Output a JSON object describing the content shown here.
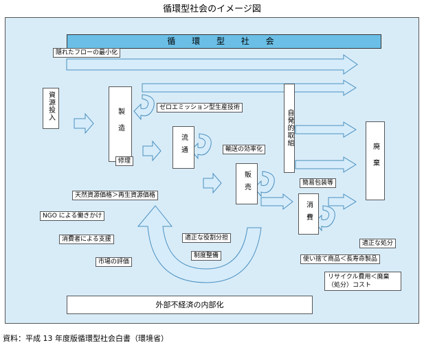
{
  "title": "循環型社会のイメージ図",
  "band_label": "循 環 型 社 会",
  "nodes": {
    "resource_input": "資源投入",
    "manufacturing": "製造",
    "distribution": "流通",
    "sales": "販売",
    "consumption": "消費",
    "disposal": "廃棄",
    "voluntary": "自発的取組"
  },
  "labels": {
    "hidden_flow": "隠れたフローの最小化",
    "zero_emission": "ゼロエミッション型生産技術",
    "repair": "修理",
    "transport": "輸送の効率化",
    "packaging": "簡易包装等",
    "natural_price": "天然資源価格＞再生資源価格",
    "ngo": "NGO による働きかけ",
    "consumer_support": "消費者による支援",
    "market_eval": "市場の評価",
    "role_sharing": "適正な役割分担",
    "institution": "制度整備",
    "proper_disposal": "適正な処分",
    "disposable_vs_long": "使い捨て商品＜長寿命製品",
    "recycle_cost": "リサイクル費用＜廃棄（処分）コスト",
    "internalization": "外部不経済の内部化"
  },
  "source": "資料：平成 13 年度版循環型社会白書（環境省）",
  "colors": {
    "panel": "#d8ecf8",
    "band": "#6bbfe6",
    "arrow_fill": "#d6ecfa",
    "arrow_stroke": "#4a8fbf"
  }
}
